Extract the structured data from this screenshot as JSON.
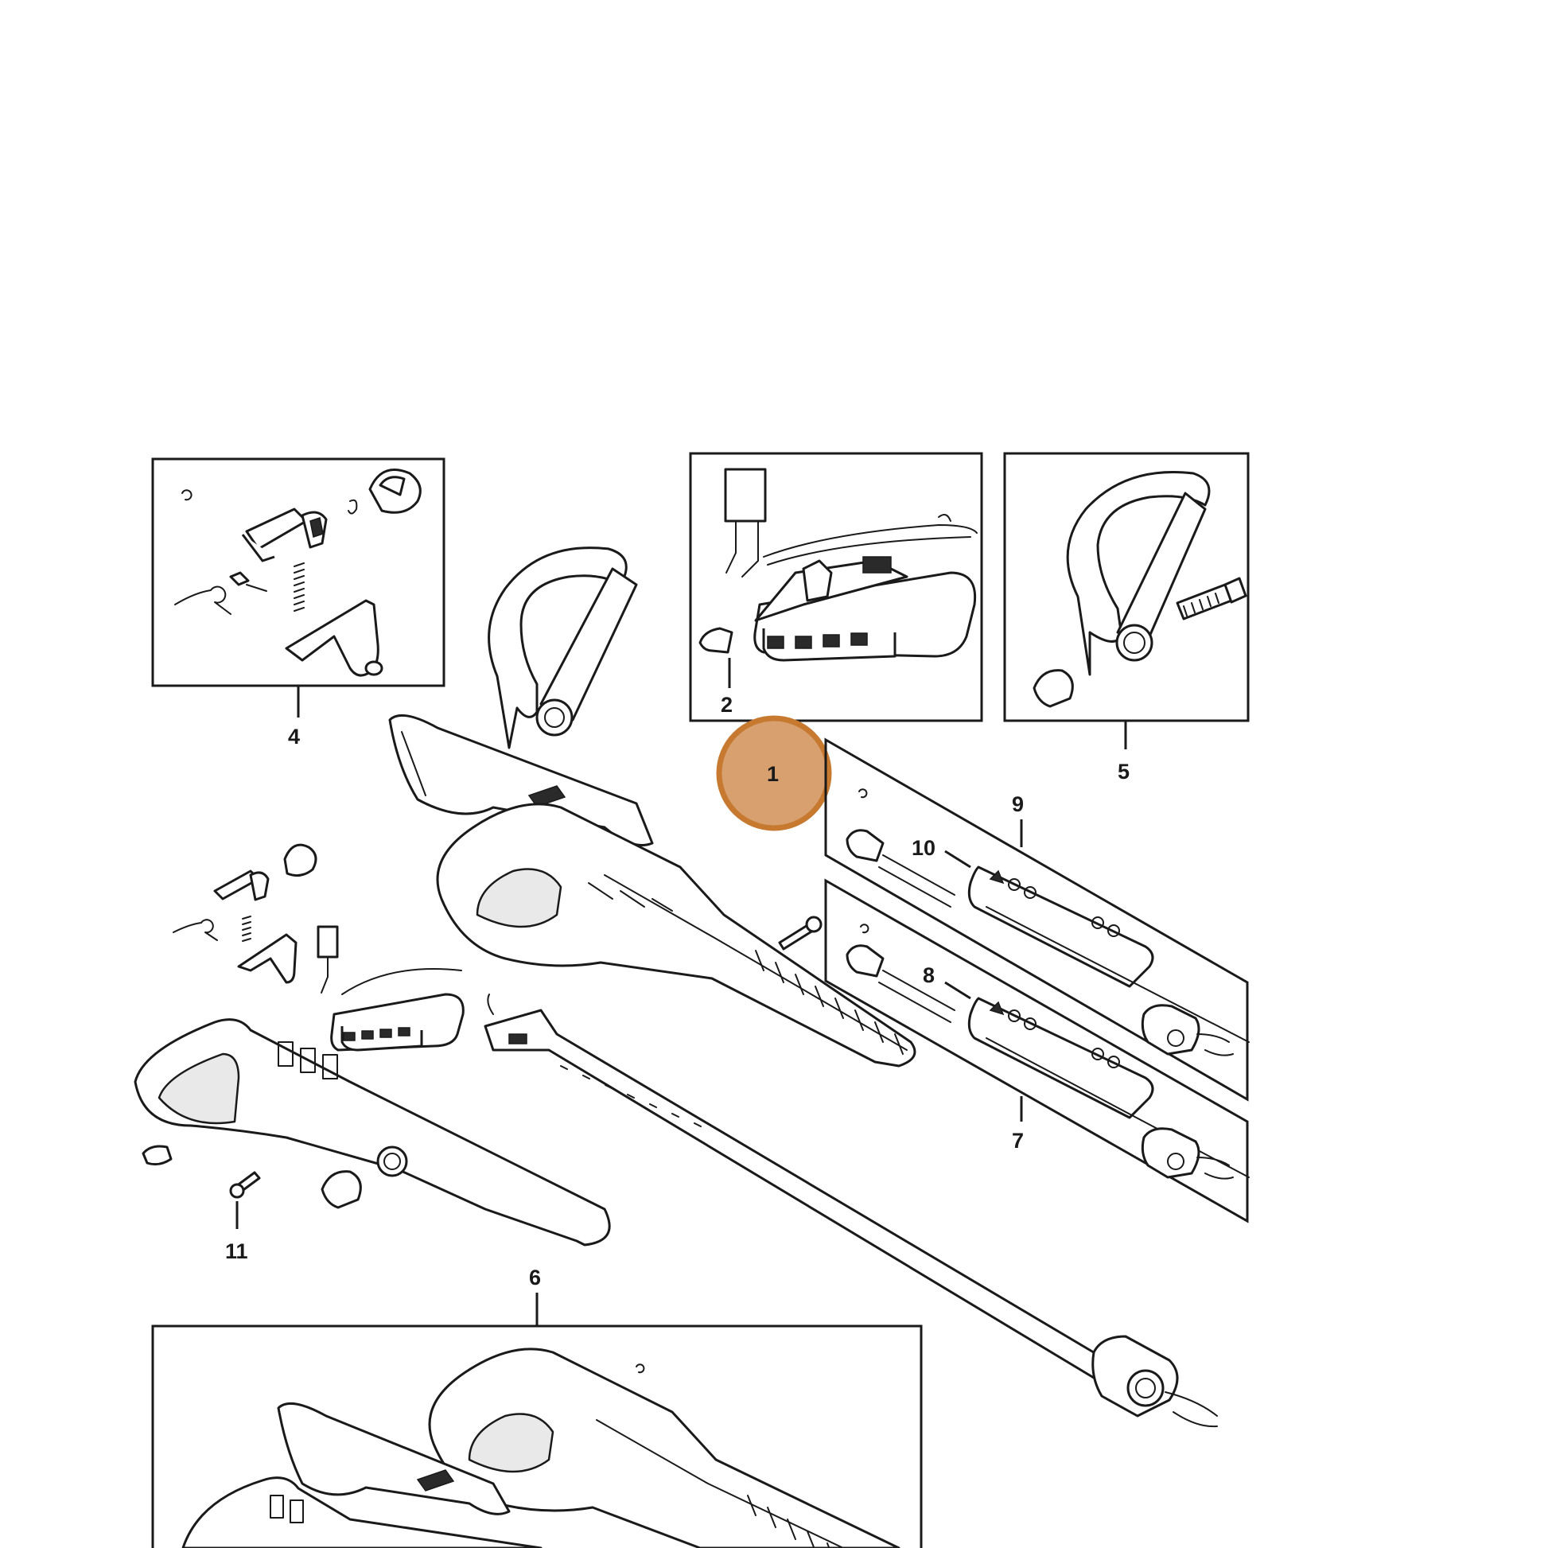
{
  "highlight_color": "#d9a06f",
  "highlight_stroke": "#c6792f",
  "callouts": [
    {
      "id": "1",
      "text": "1",
      "highlighted": true
    },
    {
      "id": "2",
      "text": "2"
    },
    {
      "id": "4",
      "text": "4"
    },
    {
      "id": "5",
      "text": "5"
    },
    {
      "id": "6",
      "text": "6"
    },
    {
      "id": "7",
      "text": "7"
    },
    {
      "id": "8",
      "text": "8"
    },
    {
      "id": "9",
      "text": "9"
    },
    {
      "id": "10",
      "text": "10"
    },
    {
      "id": "11",
      "text": "11"
    }
  ]
}
